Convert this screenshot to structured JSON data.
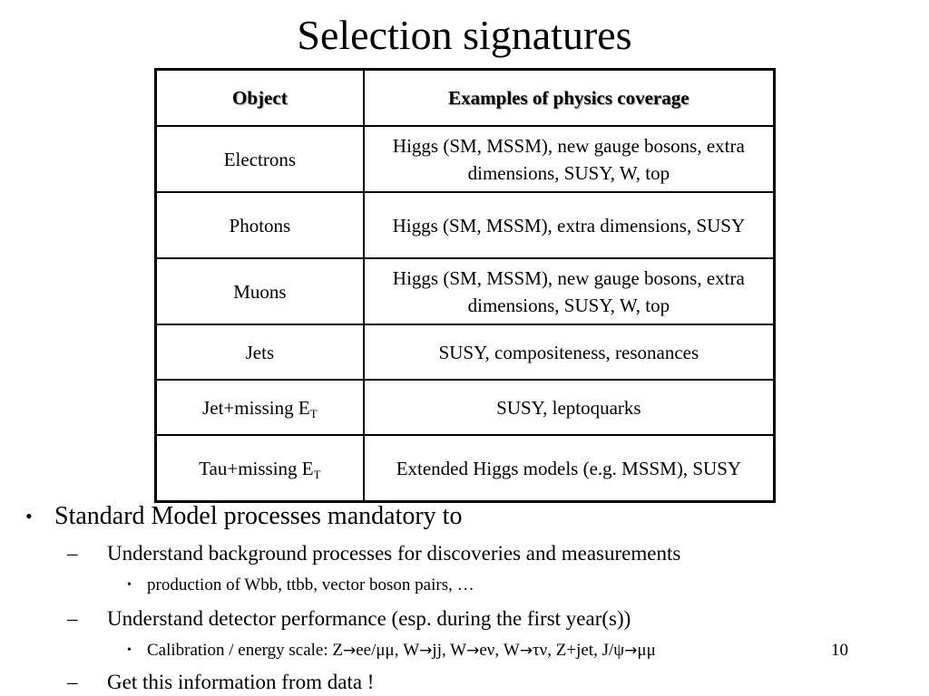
{
  "slide": {
    "title": "Selection signatures",
    "page_number": "10"
  },
  "table": {
    "headers": [
      "Object",
      "Examples of physics coverage"
    ],
    "rows": [
      {
        "object": "Electrons",
        "coverage": "Higgs (SM, MSSM), new gauge bosons, extra dimensions, SUSY, W, top"
      },
      {
        "object": "Photons",
        "coverage": "Higgs (SM, MSSM), extra dimensions, SUSY"
      },
      {
        "object": "Muons",
        "coverage": "Higgs (SM, MSSM), new gauge bosons, extra dimensions, SUSY, W, top"
      },
      {
        "object": "Jets",
        "coverage": "SUSY, compositeness, resonances"
      },
      {
        "object_main": "Jet+missing E",
        "object_sub": "T",
        "coverage": "SUSY, leptoquarks"
      },
      {
        "object_main": "Tau+missing E",
        "object_sub": "T",
        "coverage": "Extended Higgs models (e.g. MSSM), SUSY"
      }
    ]
  },
  "bullets": {
    "level1_marker": "•",
    "level2_marker": "–",
    "level3_marker": "•",
    "main": "Standard Model processes mandatory to",
    "sub1": "Understand background processes for discoveries and measurements",
    "sub1_detail": "production of Wbb, ttbb, vector boson pairs, …",
    "sub2": "Understand detector performance (esp. during the first year(s))",
    "sub2_detail": {
      "prefix": "Calibration / energy scale: Z",
      "arrow": "→",
      "p1": "ee/μμ, W",
      "p2": "jj, W",
      "p3": "eν, W",
      "p4": "τν, Z+jet, J/ψ",
      "p5": "μμ"
    },
    "sub3": "Get this information from data !"
  }
}
